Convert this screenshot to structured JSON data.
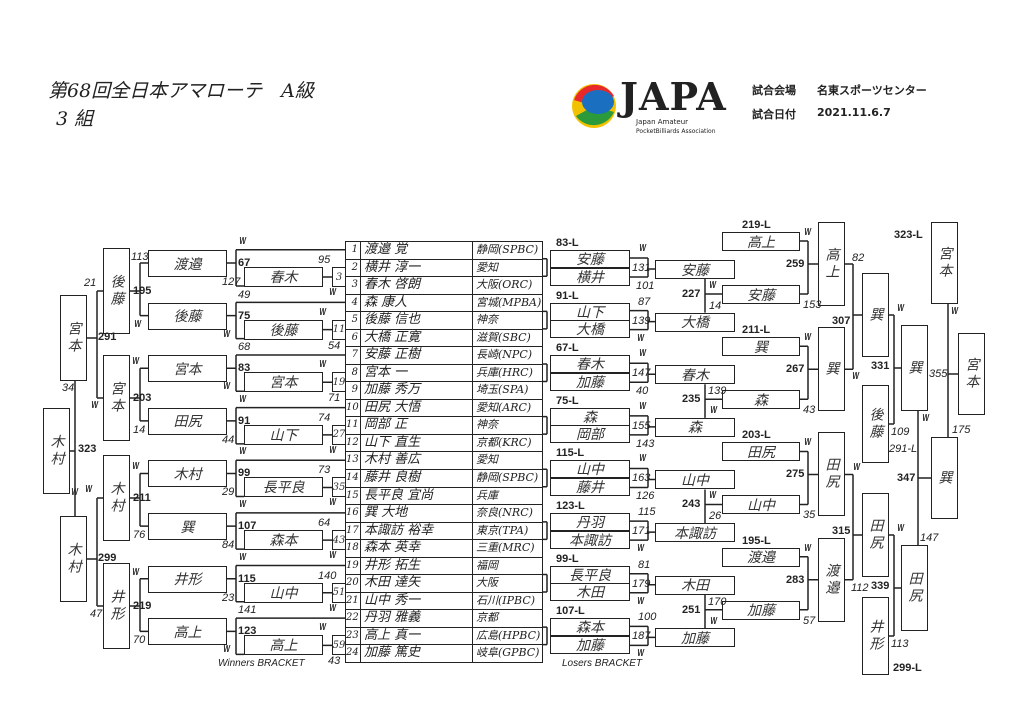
{
  "header": {
    "title": "第68回全日本アマローテ　A級",
    "group": "3組",
    "venue_label": "試合会場",
    "venue": "名東スポーツセンター",
    "date_label": "試合日付",
    "date": "2021.11.6.7"
  },
  "logo": {
    "text": "JAPA",
    "sub1": "Japan Amateur",
    "sub2": "PocketBilliards Association",
    "colors": [
      "#1a6fc0",
      "#e8282b",
      "#f2c200",
      "#2a9a3a"
    ]
  },
  "players": [
    {
      "no": "1",
      "name": "渡邉 覚",
      "pref": "静岡(SPBC)"
    },
    {
      "no": "2",
      "name": "横井 淳一",
      "pref": "愛知"
    },
    {
      "no": "3",
      "name": "春木 啓朗",
      "pref": "大阪(ORC)"
    },
    {
      "no": "4",
      "name": "森 康人",
      "pref": "宮城(MPBA)"
    },
    {
      "no": "5",
      "name": "後藤 信也",
      "pref": "神奈"
    },
    {
      "no": "6",
      "name": "大橋 正寛",
      "pref": "滋賀(SBC)"
    },
    {
      "no": "7",
      "name": "安藤 正樹",
      "pref": "長崎(NPC)"
    },
    {
      "no": "8",
      "name": "宮本 一",
      "pref": "兵庫(HRC)"
    },
    {
      "no": "9",
      "name": "加藤 秀万",
      "pref": "埼玉(SPA)"
    },
    {
      "no": "10",
      "name": "田尻 大悟",
      "pref": "愛知(ARC)"
    },
    {
      "no": "11",
      "name": "岡部 正",
      "pref": "神奈"
    },
    {
      "no": "12",
      "name": "山下 直生",
      "pref": "京都(KRC)"
    },
    {
      "no": "13",
      "name": "木村 善広",
      "pref": "愛知"
    },
    {
      "no": "14",
      "name": "藤井 良樹",
      "pref": "静岡(SPBC)"
    },
    {
      "no": "15",
      "name": "長平良 宜尚",
      "pref": "兵庫"
    },
    {
      "no": "16",
      "name": "巽 大地",
      "pref": "奈良(NRC)"
    },
    {
      "no": "17",
      "name": "本諏訪 裕幸",
      "pref": "東京(TPA)"
    },
    {
      "no": "18",
      "name": "森本 英幸",
      "pref": "三重(MRC)"
    },
    {
      "no": "19",
      "name": "井形 拓生",
      "pref": "福岡"
    },
    {
      "no": "20",
      "name": "木田 達矢",
      "pref": "大阪"
    },
    {
      "no": "21",
      "name": "山中 秀一",
      "pref": "石川(IPBC)"
    },
    {
      "no": "22",
      "name": "丹羽 雅義",
      "pref": "京都"
    },
    {
      "no": "23",
      "name": "高上 真一",
      "pref": "広島(HPBC)"
    },
    {
      "no": "24",
      "name": "加藤 篤史",
      "pref": "岐阜(GPBC)"
    }
  ],
  "winners": {
    "label": "Winners BRACKET",
    "r1": [
      {
        "match": "3",
        "s_top": "95",
        "s_bot": "W",
        "winner": "春木"
      },
      {
        "match": "11",
        "s_top": "W",
        "s_bot": "54",
        "winner": "後藤"
      },
      {
        "match": "19",
        "s_top": "W",
        "s_bot": "71",
        "winner": "宮本"
      },
      {
        "match": "27",
        "s_top": "74",
        "s_bot": "W",
        "winner": "山下"
      },
      {
        "match": "35",
        "s_top": "73",
        "s_bot": "W",
        "winner": "長平良"
      },
      {
        "match": "43",
        "s_top": "64",
        "s_bot": "W",
        "winner": "森本"
      },
      {
        "match": "51",
        "s_top": "140",
        "s_bot": "W",
        "winner": "山中"
      },
      {
        "match": "59",
        "s_top": "W",
        "s_bot": "43",
        "winner": "高上"
      }
    ],
    "r2": [
      {
        "match": "67",
        "s_top": "W",
        "s_bot": "127",
        "winner": "渡邉"
      },
      {
        "match": "75",
        "s_top": "49",
        "s_bot": "W",
        "winner": "後藤"
      },
      {
        "match": "83",
        "s_top": "68",
        "s_bot": "W",
        "winner": "宮本"
      },
      {
        "match": "91",
        "s_top": "W",
        "s_bot": "44",
        "winner": "田尻"
      },
      {
        "match": "99",
        "s_top": "W",
        "s_bot": "29",
        "winner": "木村"
      },
      {
        "match": "107",
        "s_top": "W",
        "s_bot": "84",
        "winner": "巽"
      },
      {
        "match": "115",
        "s_top": "W",
        "s_bot": "23",
        "winner": "井形"
      },
      {
        "match": "123",
        "s_top": "141",
        "s_bot": "W",
        "winner": "高上"
      }
    ],
    "r3": [
      {
        "match": "195",
        "s_top": "113",
        "s_bot": "W",
        "winner": "後藤"
      },
      {
        "match": "203",
        "s_top": "W",
        "s_bot": "14",
        "winner": "宮本"
      },
      {
        "match": "211",
        "s_top": "W",
        "s_bot": "76",
        "winner": "木村"
      },
      {
        "match": "219",
        "s_top": "W",
        "s_bot": "70",
        "winner": "井形"
      }
    ],
    "r4": [
      {
        "match": "291",
        "s_top": "21",
        "s_bot": "W",
        "winner": "宮本"
      },
      {
        "match": "299",
        "s_top": "W",
        "s_bot": "47",
        "winner": "木村"
      }
    ],
    "final": {
      "match": "323",
      "s_top": "34",
      "s_bot": "W",
      "winner": "木村"
    }
  },
  "losers": {
    "label": "Losers BRACKET",
    "r1": [
      {
        "header": "83-L",
        "top": "安藤",
        "bot": "横井",
        "match": "131",
        "s_top": "W",
        "s_bot": "101",
        "winner": "安藤"
      },
      {
        "header": "91-L",
        "top": "山下",
        "bot": "大橋",
        "match": "139",
        "s_top": "87",
        "s_bot": "W",
        "winner": "大橋"
      },
      {
        "header": "67-L",
        "top": "春木",
        "bot": "加藤",
        "match": "147",
        "s_top": "W",
        "s_bot": "40",
        "winner": "春木"
      },
      {
        "header": "75-L",
        "top": "森",
        "bot": "岡部",
        "match": "155",
        "s_top": "W",
        "s_bot": "143",
        "winner": "森"
      },
      {
        "header": "115-L",
        "top": "山中",
        "bot": "藤井",
        "match": "163",
        "s_top": "W",
        "s_bot": "126",
        "winner": "山中"
      },
      {
        "header": "123-L",
        "top": "丹羽",
        "bot": "本諏訪",
        "match": "171",
        "s_top": "115",
        "s_bot": "W",
        "winner": "本諏訪"
      },
      {
        "header": "99-L",
        "top": "長平良",
        "bot": "木田",
        "match": "179",
        "s_top": "81",
        "s_bot": "W",
        "winner": "木田"
      },
      {
        "header": "107-L",
        "top": "森本",
        "bot": "加藤",
        "match": "187",
        "s_top": "100",
        "s_bot": "W",
        "winner": "加藤"
      }
    ],
    "r2": [
      {
        "match": "227",
        "s_top": "W",
        "s_bot": "14",
        "winner": "安藤"
      },
      {
        "match": "235",
        "s_top": "139",
        "s_bot": "W",
        "winner": "森"
      },
      {
        "match": "243",
        "s_top": "W",
        "s_bot": "26",
        "winner": "山中"
      },
      {
        "match": "251",
        "s_top": "170",
        "s_bot": "W",
        "winner": "加藤"
      }
    ],
    "r3": [
      {
        "drop_header": "219-L",
        "drop": "高上",
        "match": "259",
        "s_top": "W",
        "s_bot": "153",
        "winner": "高上"
      },
      {
        "drop_header": "211-L",
        "drop": "巽",
        "match": "267",
        "s_top": "W",
        "s_bot": "43",
        "winner": "巽"
      },
      {
        "drop_header": "203-L",
        "drop": "田尻",
        "match": "275",
        "s_top": "W",
        "s_bot": "35",
        "winner": "田尻"
      },
      {
        "drop_header": "195-L",
        "drop": "渡邉",
        "match": "283",
        "s_top": "W",
        "s_bot": "57",
        "winner": "渡邉"
      }
    ],
    "r4": [
      {
        "match": "307",
        "s_top": "82",
        "s_bot": "W",
        "winner": "巽"
      },
      {
        "match": "315",
        "s_top": "W",
        "s_bot": "112",
        "winner": "田尻"
      }
    ],
    "r5": [
      {
        "drop_header": "291-L",
        "drop": "後藤",
        "match": "331",
        "s_top": "W",
        "s_bot": "109",
        "winner": "巽"
      },
      {
        "drop_header": "299-L",
        "drop": "井形",
        "match": "339",
        "s_top": "W",
        "s_bot": "113",
        "winner": "田尻"
      }
    ],
    "r6": {
      "match": "347",
      "s_top": "W",
      "s_bot": "147",
      "winner": "巽"
    },
    "r7": {
      "drop_header": "323-L",
      "drop": "宮本",
      "match": "355",
      "s_top": "W",
      "s_bot": "175",
      "winner": "宮本"
    }
  }
}
